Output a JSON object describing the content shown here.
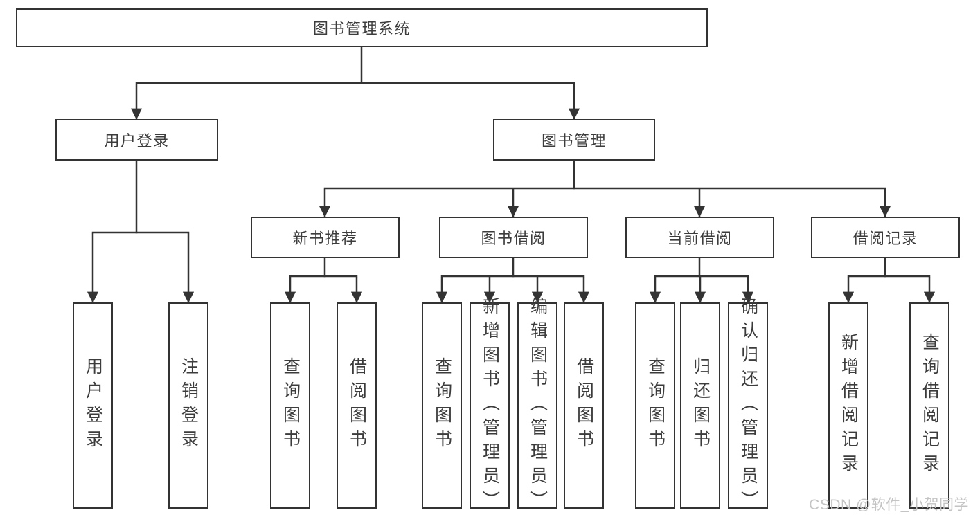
{
  "colors": {
    "line": "#333333",
    "box_border": "#333333",
    "text": "#3c3c3c",
    "background": "#ffffff",
    "watermark_text": "#c4c4c4"
  },
  "tree": {
    "root": "图书管理系统",
    "level2": [
      {
        "label": "用户登录",
        "children": [
          "用户登录",
          "注销登录"
        ]
      },
      {
        "label": "图书管理"
      }
    ],
    "level3": [
      {
        "label": "新书推荐",
        "children": [
          "查询图书",
          "借阅图书"
        ]
      },
      {
        "label": "图书借阅",
        "children": [
          "查询图书",
          "新增图书（管理员）",
          "编辑图书（管理员）",
          "借阅图书"
        ]
      },
      {
        "label": "当前借阅",
        "children": [
          "查询图书",
          "归还图书",
          "确认归还（管理员）"
        ]
      },
      {
        "label": "借阅记录",
        "children": [
          "新增借阅记录",
          "查询借阅记录"
        ]
      }
    ]
  },
  "watermark": "CSDN @软件_小贺同学"
}
